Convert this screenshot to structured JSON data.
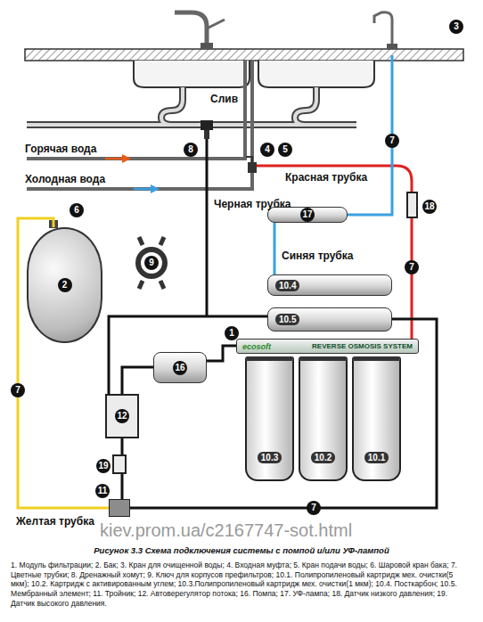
{
  "diagram": {
    "caption": "Рисунок 3.3 Схема подключения системы с помпой и/или УФ-лампой",
    "nodes": [
      {
        "text": [
          "2"
        ]
      },
      {
        "text": [
          "17"
        ]
      },
      {
        "text": [
          "18"
        ]
      },
      {
        "text": [
          "10.4"
        ]
      },
      {
        "text": [
          "10.5"
        ]
      },
      {
        "text": [
          "ecosoft",
          "REVERSE OSMOSIS SYSTEM"
        ]
      },
      {
        "text": [
          "10.3"
        ]
      },
      {
        "text": [
          "10.2"
        ]
      },
      {
        "text": [
          "10.1"
        ]
      },
      {
        "text": [
          "16"
        ]
      },
      {
        "text": [
          "12"
        ]
      },
      {
        "text": [
          "19"
        ]
      },
      {
        "text": [
          "11"
        ]
      }
    ],
    "edges": [
      {
        "from": 1,
        "to": 3,
        "arrow": "none"
      },
      {
        "from": 2,
        "to": 5,
        "arrow": "none"
      },
      {
        "from": 9,
        "to": 10,
        "arrow": "none"
      },
      {
        "from": 10,
        "to": 11,
        "arrow": "none"
      },
      {
        "from": 9,
        "to": 5,
        "arrow": "none"
      },
      {
        "from": 0,
        "to": 12,
        "arrow": "none"
      },
      {
        "from": 11,
        "to": 12,
        "arrow": "none"
      },
      {
        "from": 12,
        "to": 4,
        "arrow": "none"
      }
    ],
    "labels": [
      "3",
      "7",
      "Слив",
      "8",
      "4",
      "5",
      "Горячая вода",
      "Холодная вода",
      "Красная трубка",
      "Черная трубка",
      "6",
      "9",
      "Синяя трубка",
      "7",
      "1",
      "7",
      "Желтая трубка",
      "7",
      "kiev.prom.ua/c2167747-sot.html",
      "1. Модуль фильтрации; 2. Бак; 3. Кран для очищенной воды; 4. Входная муфта; 5. Кран подачи воды; 6. Шаровой кран бака; 7. Цветные трубки; 8. Дренажный хомут; 9. Ключ для корпусов префильтров; 10.1. Полипропиленовый картридж мех. очистки(5 мкм); 10.2. Картридж с активированным углем; 10.3.Полипропиленовый картридж мех. очистки(1 мкм); 10.4. Посткарбон; 10.5. Мембранный элемент; 11. Тройник; 12. Автоверегулятор потока; 16. Помпа; 17. УФ-лампа; 18. Датчик низкого давления; 19. Датчик высокого давления."
    ]
  }
}
